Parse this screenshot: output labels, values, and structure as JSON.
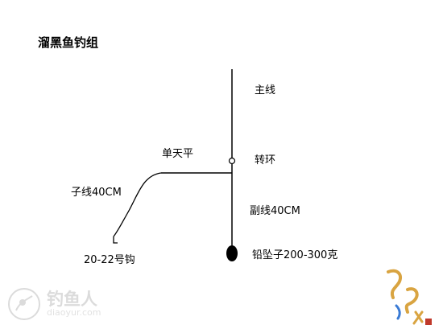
{
  "title": "溜黑鱼钓组",
  "labels": {
    "main_line": "主线",
    "single_arm": "单天平",
    "swivel": "转环",
    "snell": "子线40CM",
    "secondary_line": "副线40CM",
    "hook": "20-22号钩",
    "sinker": "铅坠子200-300克"
  },
  "watermark": {
    "brand": "钓鱼人",
    "site": "diaoyur.com"
  },
  "colors": {
    "line": "#000000",
    "sinker": "#000000",
    "watermark": "#b0b0b0",
    "logo_accent": "#d9a441"
  }
}
